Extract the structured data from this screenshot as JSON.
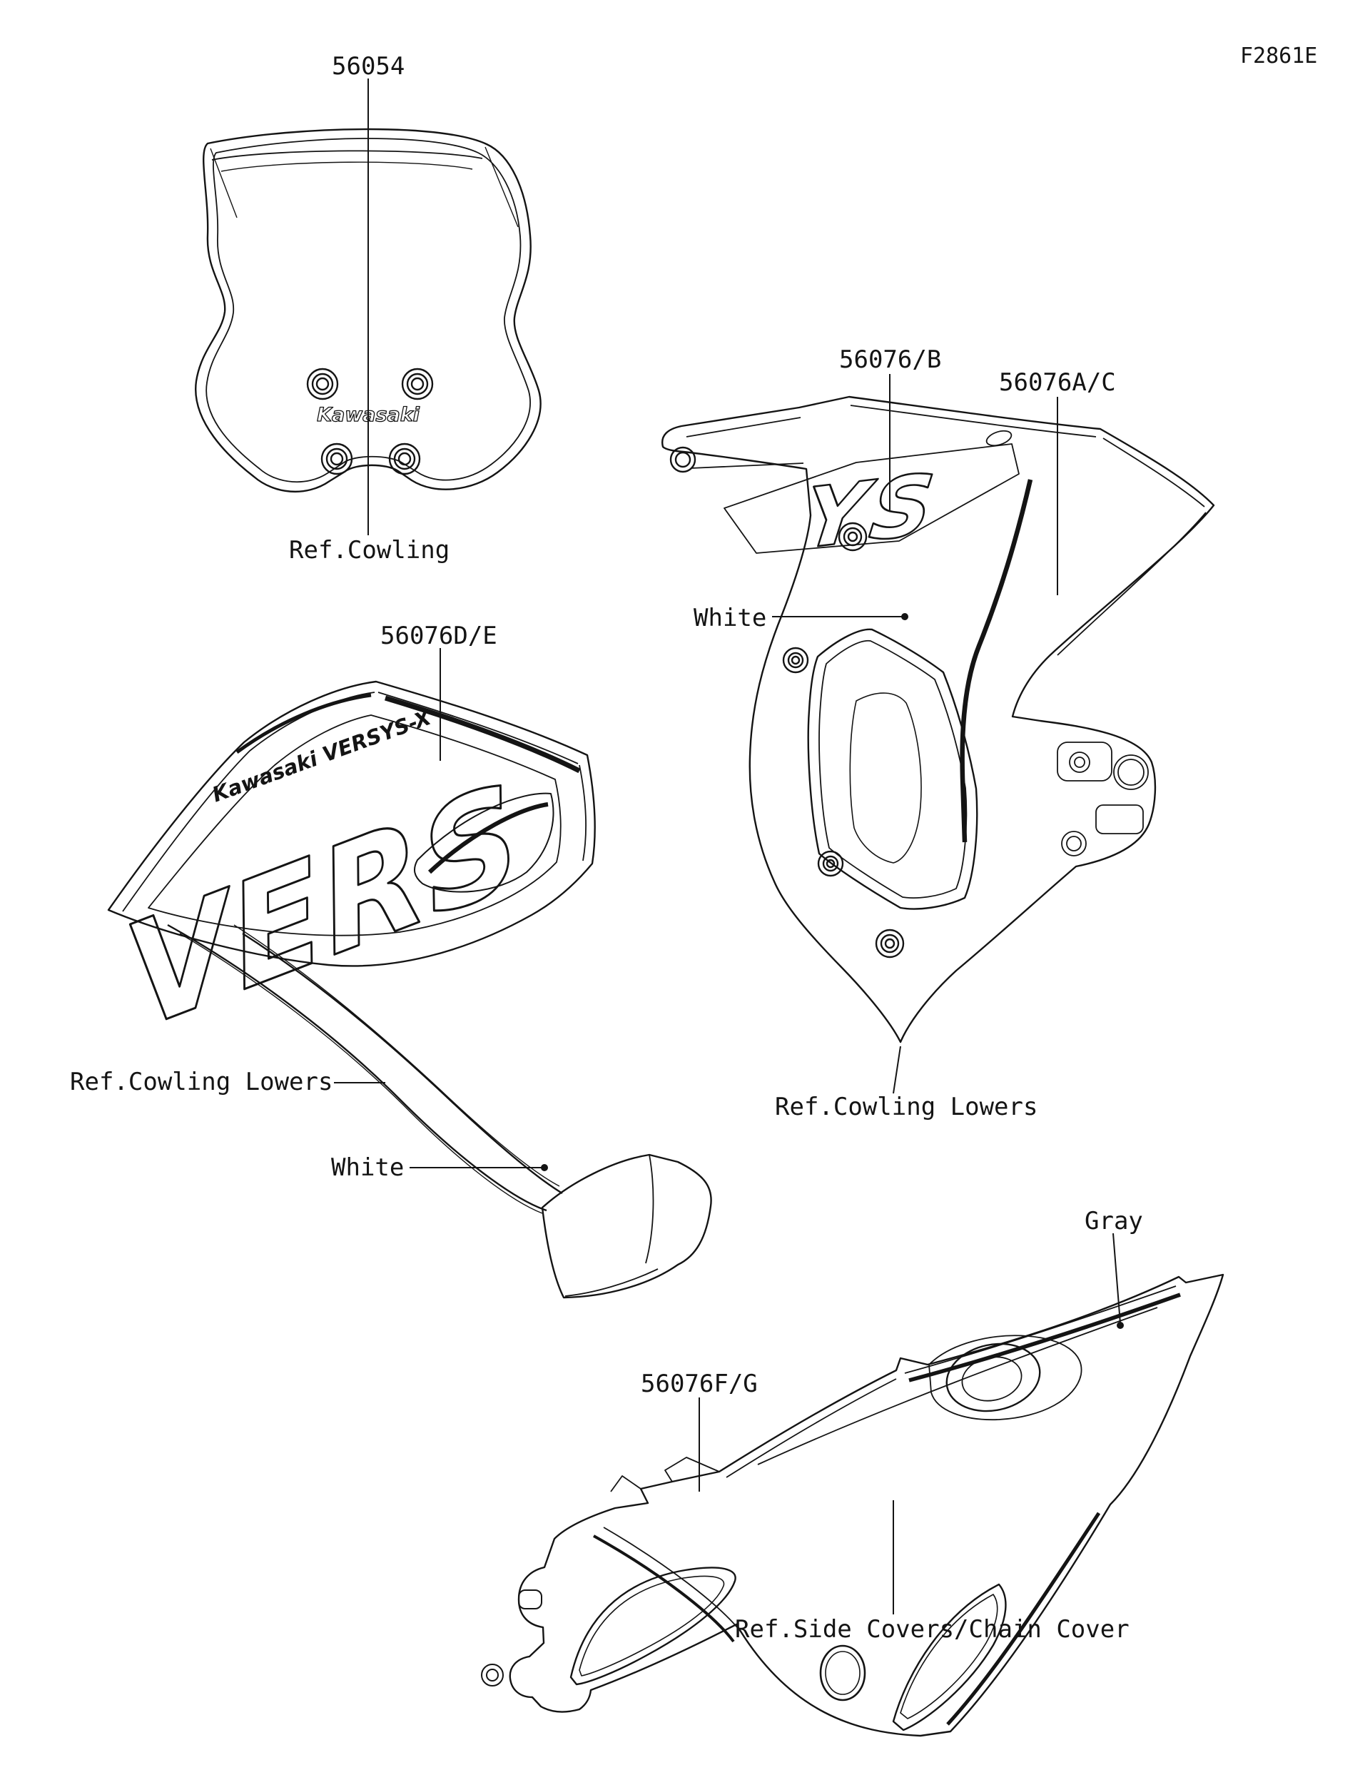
{
  "figure": {
    "code": "F2861E",
    "background_color": "#ffffff",
    "line_color": "#141414"
  },
  "callouts": {
    "windshield_part": "56054",
    "ref_cowling": "Ref.Cowling",
    "right_cowling_part_b": "56076/B",
    "right_cowling_part_ac": "56076A/C",
    "right_cowling_color": "White",
    "right_ref_cowling_lowers": "Ref.Cowling Lowers",
    "left_cowling_part": "56076D/E",
    "left_ref_cowling_lowers": "Ref.Cowling Lowers",
    "left_cowling_color": "White",
    "side_cover_color": "Gray",
    "side_cover_part": "56076F/G",
    "ref_side_covers": "Ref.Side Covers/Chain Cover"
  },
  "decals": {
    "windshield_logo": "Kawasaki",
    "left_cowling_brand": "Kawasaki VERSYS-X",
    "left_cowling_large": "VERS",
    "right_cowling_large": "YS"
  }
}
